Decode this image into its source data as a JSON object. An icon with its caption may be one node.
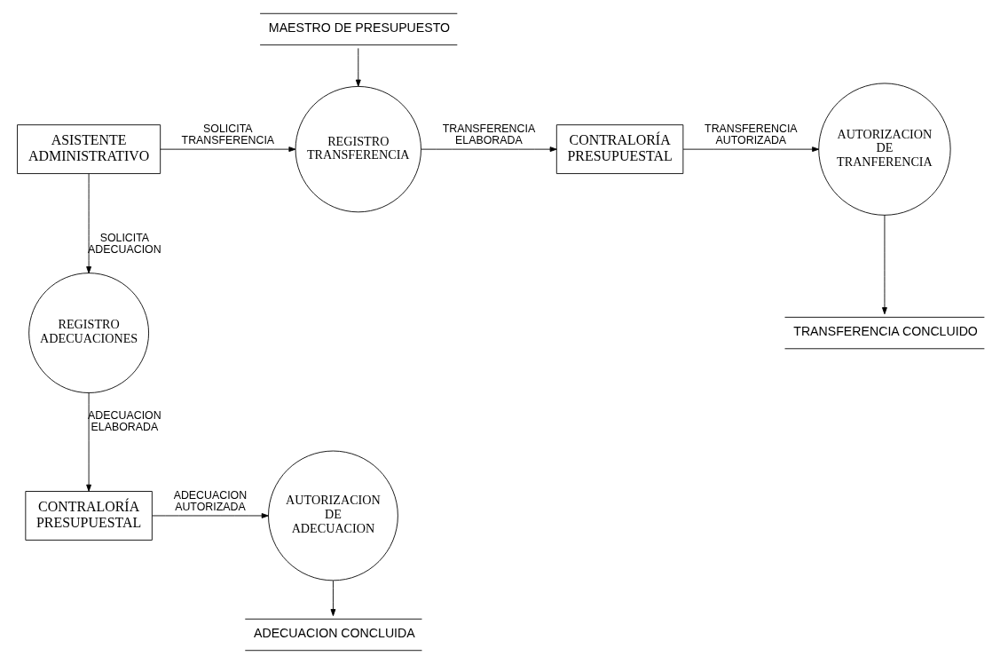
{
  "diagram": {
    "nodes": [
      {
        "text": [
          "MAESTRO DE PRESUPUESTO"
        ]
      },
      {
        "text": [
          "ASISTENTE ADMINISTRATIVO"
        ]
      },
      {
        "text": [
          "REGISTRO TRANSFERENCIA"
        ]
      },
      {
        "text": [
          "CONTRALORÍA PRESUPUESTAL"
        ]
      },
      {
        "text": [
          "AUTORIZACION DE TRANFERENCIA"
        ]
      },
      {
        "text": [
          "TRANSFERENCIA CONCLUIDO"
        ]
      },
      {
        "text": [
          "REGISTRO ADECUACIONES"
        ]
      },
      {
        "text": [
          "ADECUACION CONCLUIDA"
        ]
      },
      {
        "text": [
          "CONTRALORÍA PRESUPUESTAL"
        ]
      },
      {
        "text": [
          "AUTORIZACION DE ADECUACION"
        ]
      }
    ],
    "edges": [
      {
        "from": 0,
        "to": 2,
        "arrow": "to"
      },
      {
        "from": 1,
        "to": 2,
        "arrow": "to",
        "label": "SOLICITA TRANSFERENCIA"
      },
      {
        "from": 2,
        "to": 3,
        "arrow": "to",
        "label": "TRANSFERENCIA ELABORADA"
      },
      {
        "from": 3,
        "to": 4,
        "arrow": "to",
        "label": "TRANSFERENCIA AUTORIZADA"
      },
      {
        "from": 4,
        "to": 5,
        "arrow": "to"
      },
      {
        "from": 1,
        "to": 6,
        "arrow": "to",
        "label": "SOLICITA ADECUACION"
      },
      {
        "from": 6,
        "to": 8,
        "arrow": "to",
        "label": "ADECUACION ELABORADA"
      },
      {
        "from": 8,
        "to": 9,
        "arrow": "to",
        "label": "ADECUACION AUTORIZADA"
      },
      {
        "from": 9,
        "to": 7,
        "arrow": "to"
      }
    ]
  }
}
